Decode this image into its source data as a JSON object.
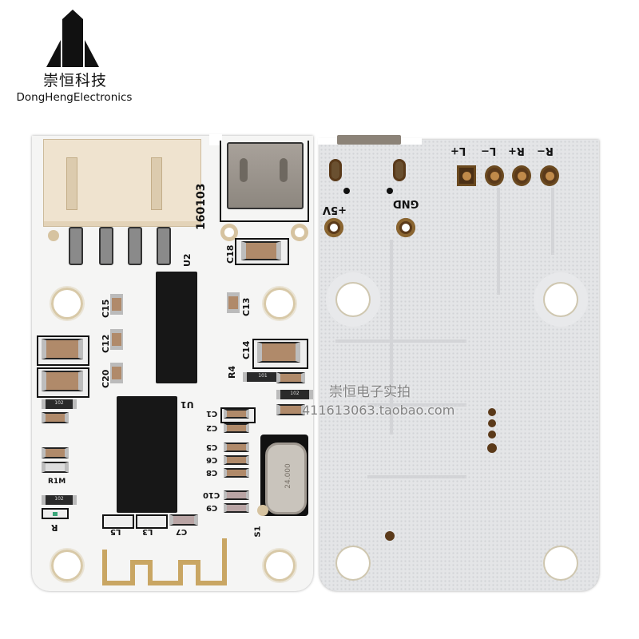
{
  "logo": {
    "brand_cn": "崇恒科技",
    "brand_en": "DongHengElectronics",
    "icon": "triangle-mountain-logo-icon",
    "color": "#111111"
  },
  "front_board": {
    "description": "Bluetooth audio amplifier module, component side",
    "silkscreen": {
      "date_code": "160103",
      "u2": "U2",
      "u1": "U1",
      "c18": "C18",
      "c15": "C15",
      "c12": "C12",
      "c20": "C20",
      "c13": "C13",
      "c14": "C14",
      "r4": "R4",
      "c1": "C1",
      "c2": "C2",
      "c5": "C5",
      "c6": "C6",
      "c8": "C8",
      "c10": "C10",
      "c9": "C9",
      "l5": "L5",
      "l3": "L3",
      "c7": "C7",
      "s1": "S1",
      "r1m": "R1M",
      "led_label": "R",
      "res_code_1": "102",
      "res_code_2": "101"
    },
    "crystal_marking": "24.000",
    "colors": {
      "pcb": "#f5f5f4",
      "connector": "#efe3cf",
      "ic": "#171717",
      "antenna": "#c9a663"
    }
  },
  "back_board": {
    "description": "Bluetooth audio amplifier module, solder side",
    "labels": {
      "l_plus": "L+",
      "l_minus": "L−",
      "r_plus": "R+",
      "r_minus": "R−",
      "vcc": "+5V",
      "gnd": "GND"
    },
    "colors": {
      "pcb": "#e4e5e7",
      "pad": "#5b3a1a"
    }
  },
  "watermark": {
    "line1": "崇恒电子实拍",
    "line2": "411613063.taobao.com"
  }
}
